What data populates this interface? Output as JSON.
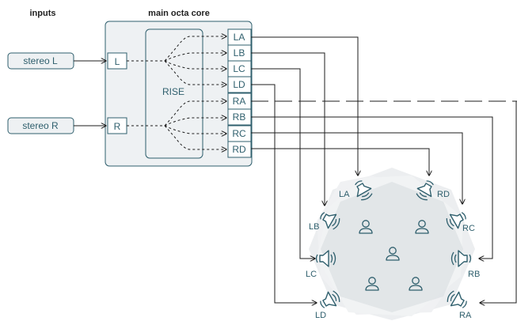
{
  "header": {
    "inputs_label": "inputs",
    "core_label": "main octa core"
  },
  "inputs": [
    {
      "id": "stereo-l",
      "label": "stereo L",
      "port": "L"
    },
    {
      "id": "stereo-r",
      "label": "stereo R",
      "port": "R"
    }
  ],
  "rise_label": "RISE",
  "outputs": [
    "LA",
    "LB",
    "LC",
    "LD",
    "RA",
    "RB",
    "RC",
    "RD"
  ],
  "speakers": [
    "LA",
    "RD",
    "LB",
    "RC",
    "LC",
    "RB",
    "LD",
    "RA"
  ],
  "colors": {
    "accent": "#2f5f6d",
    "core_fill": "#eef1f3",
    "listening_area": "#e3e6e8",
    "wire": "#1d1d1d"
  },
  "icons": [
    "speaker-icon",
    "listener-icon",
    "arrow-icon"
  ]
}
